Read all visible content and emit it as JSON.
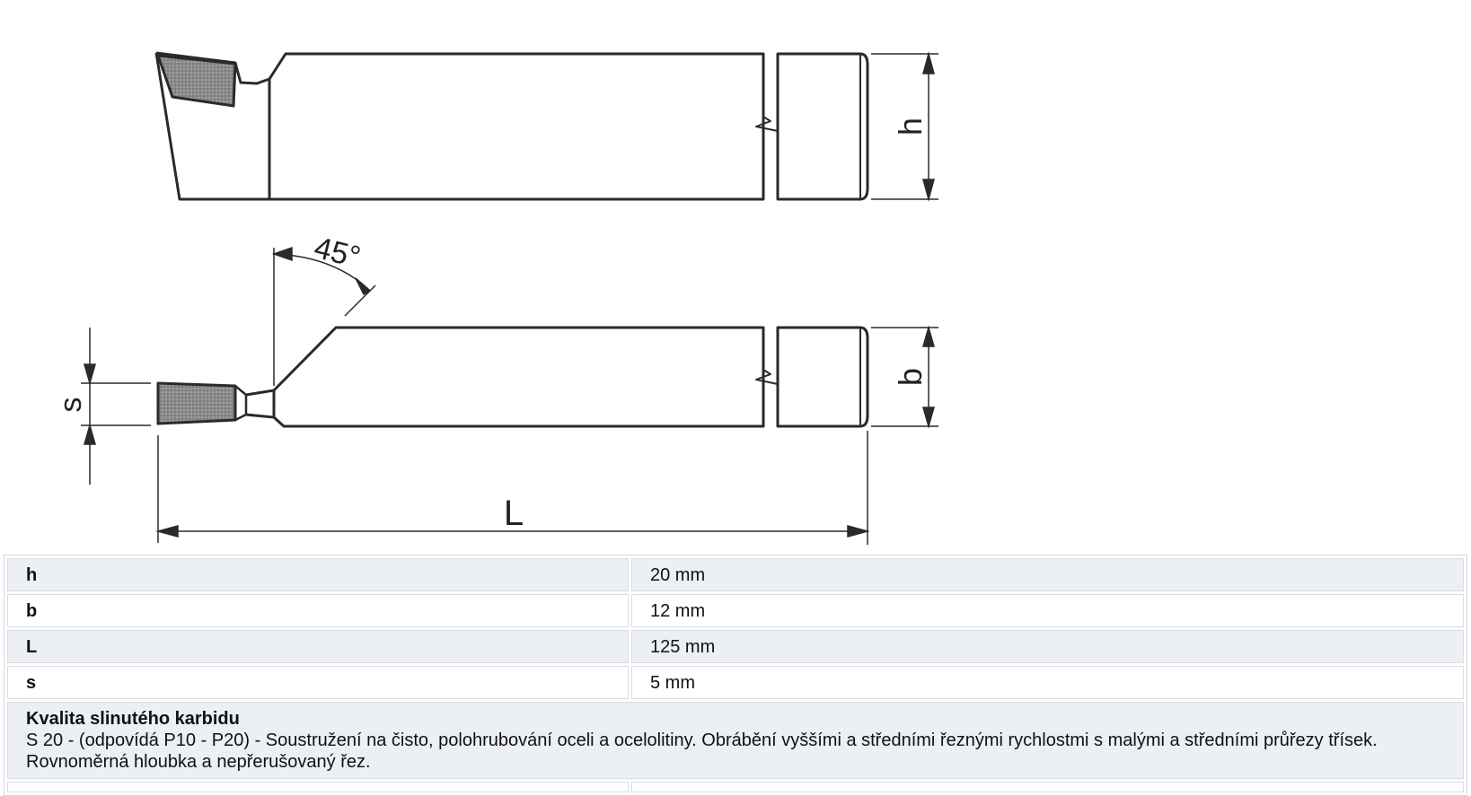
{
  "drawing": {
    "labels": {
      "h": "h",
      "b": "b",
      "s": "s",
      "L": "L",
      "angle": "45°"
    }
  },
  "parameters": [
    {
      "name": "h",
      "value": "20 mm"
    },
    {
      "name": "b",
      "value": "12 mm"
    },
    {
      "name": "L",
      "value": "125 mm"
    },
    {
      "name": "s",
      "value": "5 mm"
    }
  ],
  "quality": {
    "title": "Kvalita slinutého karbidu",
    "description": "S 20 - (odpovídá P10 - P20) - Soustružení na čisto, polohrubování oceli a ocelolitiny. Obrábění vyššími a středními řeznými rychlostmi s malými a středními průřezy třísek. Rovnoměrná hloubka a nepřerušovaný řez."
  },
  "colors": {
    "line": "#2a2a2a",
    "insert_fill": "#8c8c8c",
    "row_shaded": "#eceff3",
    "row_plain": "#ffffff",
    "border": "#d9dde3"
  }
}
